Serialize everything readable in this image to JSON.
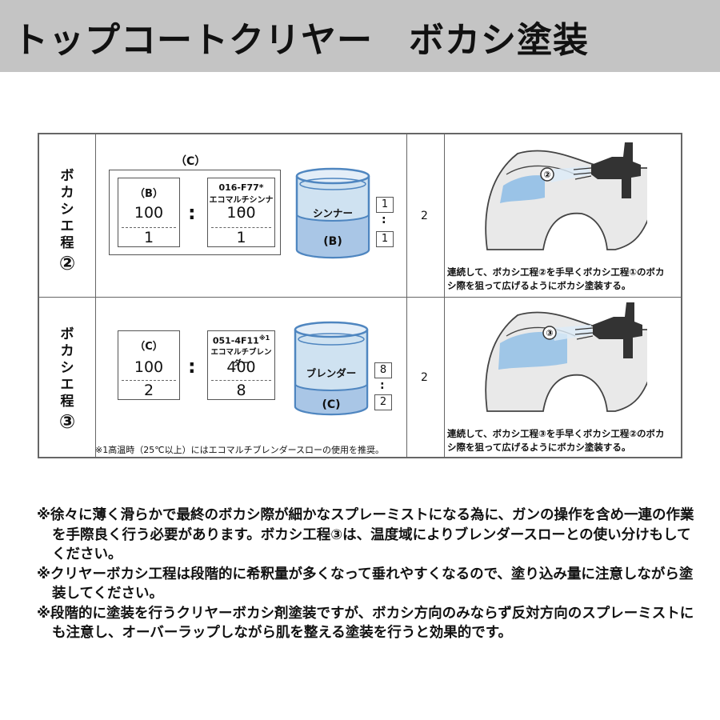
{
  "header": {
    "title": "トップコートクリヤー　ボカシ塗装",
    "bg": "#c4c4c4"
  },
  "rows": [
    {
      "label_chars": [
        "ボ",
        "カ",
        "シ",
        "エ",
        "程"
      ],
      "label_circle": "②",
      "outer_label": "（C）",
      "left_box": {
        "label": "（B）",
        "top": "100",
        "bottom": "1"
      },
      "right_box": {
        "label_line1": "016-F77*",
        "label_line2": "エコマルチシンナー",
        "top": "100",
        "bottom": "1"
      },
      "colon": ":",
      "bottle": {
        "upper": "シンナー",
        "lower": "(B)"
      },
      "ratio": {
        "top": "1",
        "colon": ":",
        "bottom": "1"
      },
      "count": "2",
      "caption": [
        "連続して、ボカシ工程②を手早くボカシ工程①のボカ",
        "シ際を狙って広げるようにボカシ塗装する。"
      ],
      "mark": "②"
    },
    {
      "label_chars": [
        "ボ",
        "カ",
        "シ",
        "エ",
        "程"
      ],
      "label_circle": "③",
      "left_box": {
        "label": "（C）",
        "top": "100",
        "bottom": "2"
      },
      "right_box": {
        "label_line1": "051-4F11",
        "label_sup": "※1",
        "label_line2": "エコマルチブレンダー",
        "top": "400",
        "bottom": "8"
      },
      "colon": ":",
      "bottle": {
        "upper": "ブレンダー",
        "lower": "(C)"
      },
      "ratio": {
        "top": "8",
        "colon": ":",
        "bottom": "2"
      },
      "count": "2",
      "caption": [
        "連続して、ボカシ工程③を手早くボカシ工程②のボカ",
        "シ際を狙って広げるようにボカシ塗装する。"
      ],
      "mark": "③",
      "footnote": "※1高温時（25℃以上）にはエコマルチブレンダースローの使用を推奨。"
    }
  ],
  "notes": [
    "※徐々に薄く滑らかで最終のボカシ際が細かなスプレーミストになる為に、ガンの操作を含め一連の作業を手際良く行う必要があります。ボカシ工程③は、温度域によりブレンダースローとの使い分けもしてください。",
    "※クリヤーボカシ工程は段階的に希釈量が多くなって垂れやすくなるので、塗り込み量に注意しながら塗装してください。",
    "※段階的に塗装を行うクリヤーボカシ剤塗装ですが、ボカシ方向のみならず反対方向のスプレーミストにも注意し、オーバーラップしながら肌を整える塗装を行うと効果的です。"
  ],
  "colors": {
    "bottle_upper": "#cfe2f1",
    "bottle_lower": "#a9c6e6",
    "bottle_stroke": "#4f86c0",
    "spray": "#7fb6e6"
  }
}
